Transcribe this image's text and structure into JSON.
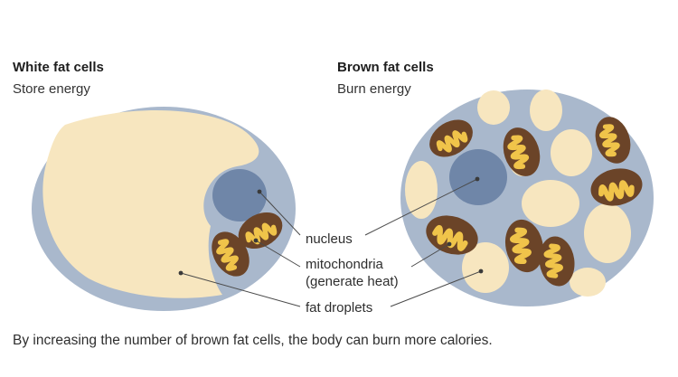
{
  "white": {
    "title": "White fat cells",
    "subtitle": "Store energy"
  },
  "brown": {
    "title": "Brown fat cells",
    "subtitle": "Burn energy"
  },
  "labels": {
    "nucleus": "nucleus",
    "mitochondria": "mitochondria",
    "mitochondria_note": "(generate heat)",
    "fat_droplets": "fat droplets"
  },
  "caption": "By increasing the number of brown fat cells, the body can burn more calories.",
  "colors": {
    "membrane": "#a9b8cc",
    "fat": "#f7e6bf",
    "nucleus": "#6f86a8",
    "mito_outer": "#6b4428",
    "mito_inner": "#f0c44a",
    "line": "#4a4a4a"
  }
}
